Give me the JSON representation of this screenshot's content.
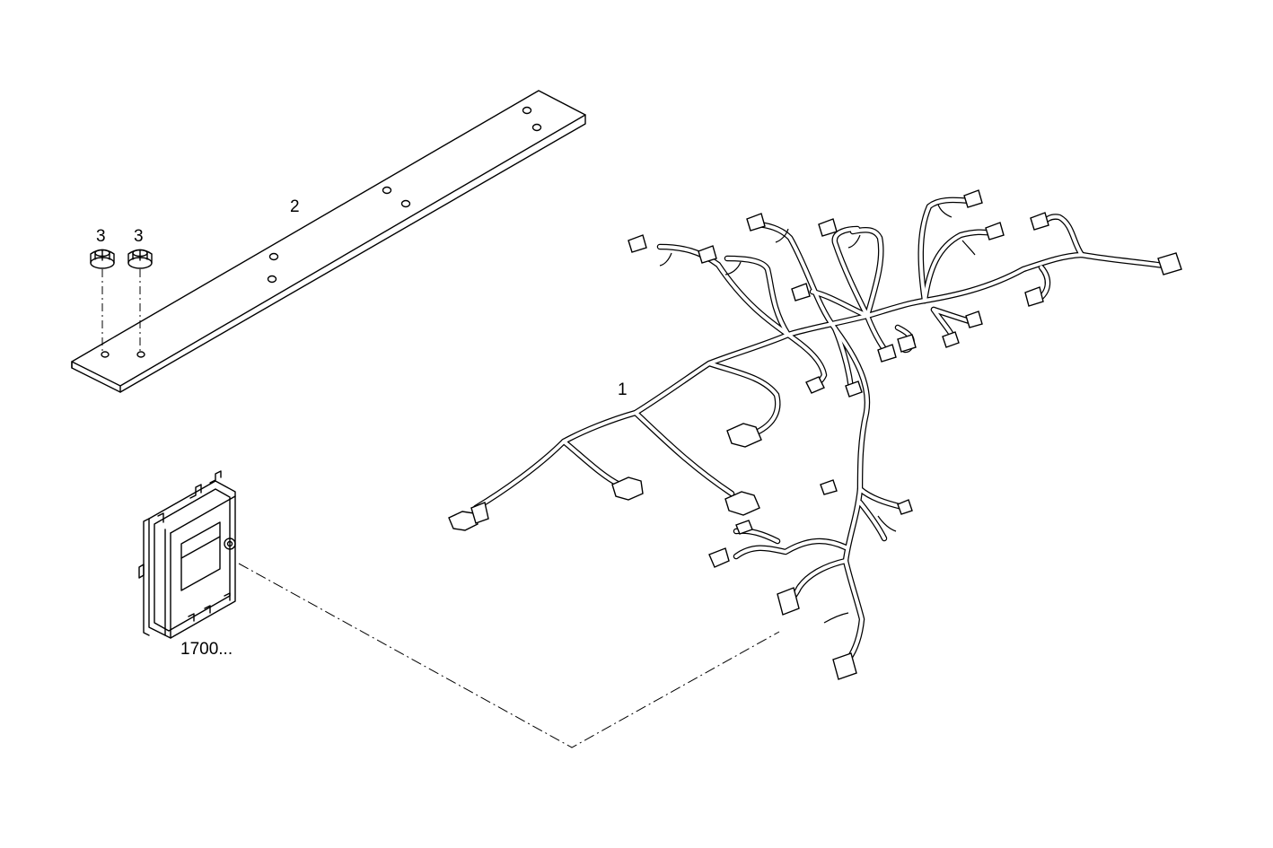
{
  "drawing": {
    "callouts": {
      "harness": "1",
      "bracket": "2",
      "nut_left": "3",
      "nut_right": "3",
      "ecu": "1700..."
    }
  }
}
